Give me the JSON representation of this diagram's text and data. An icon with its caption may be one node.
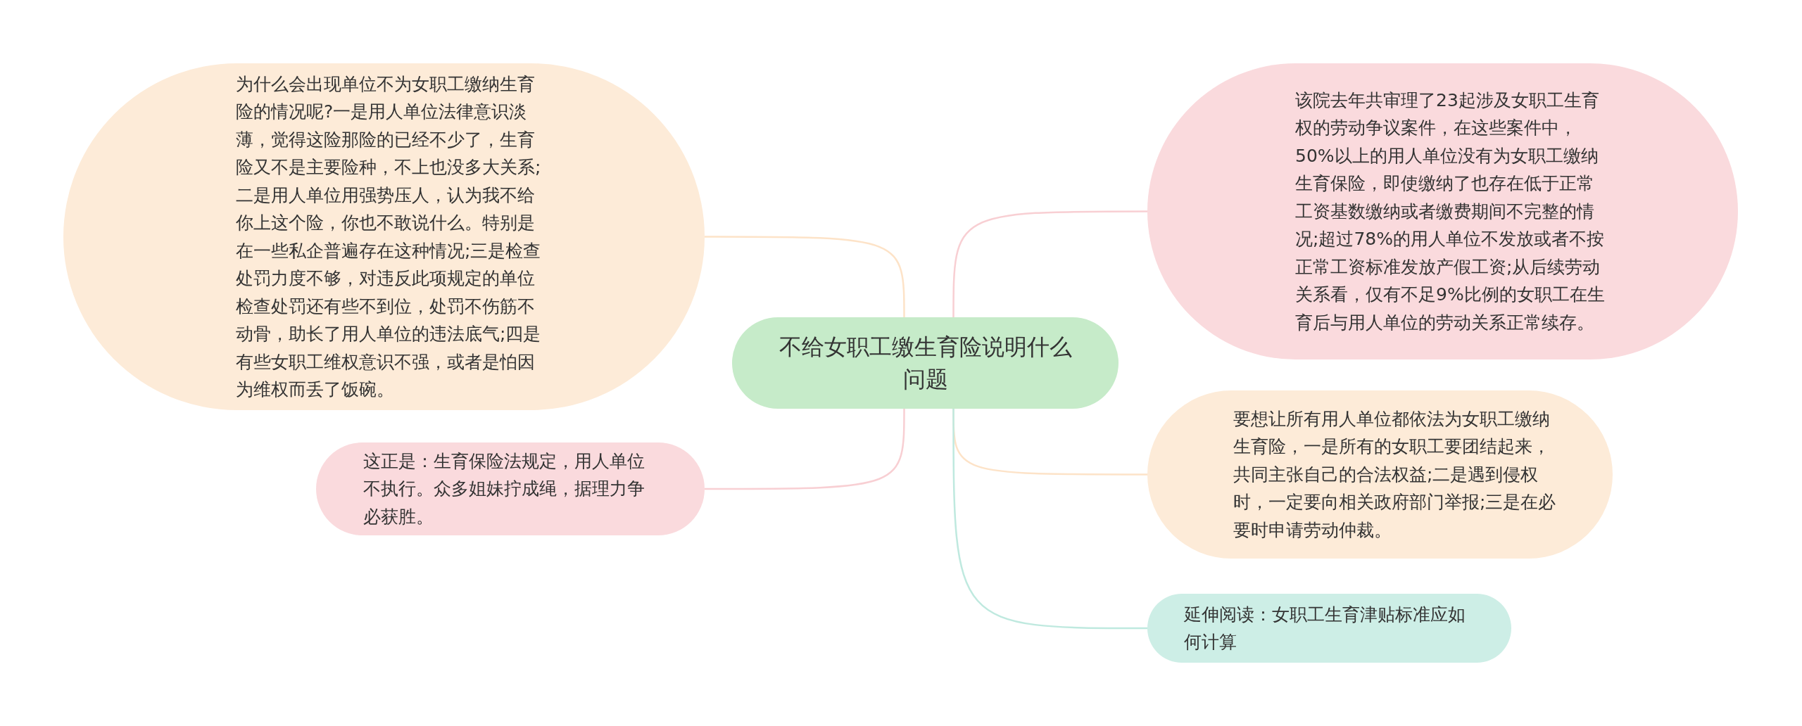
{
  "diagram": {
    "nodes": [
      {
        "text": [
          "不给女职工缴生育险说明什么问题"
        ]
      },
      {
        "text": [
          "为什么会出现单位不为女职工缴纳生育险的情况呢?一是用人单位法律意识淡薄，觉得这险那险的已经不少了，生育险又不是主要险种，不上也没多大关系;二是用人单位用强势压人，认为我不给你上这个险，你也不敢说什么。特别是在一些私企普遍存在这种情况;三是检查处罚力度不够，对违反此项规定的单位检查处罚还有些不到位，处罚不伤筋不动骨，助长了用人单位的违法底气;四是有些女职工维权意识不强，或者是怕因为维权而丢了饭碗。"
        ]
      },
      {
        "text": [
          "这正是：生育保险法规定，用人单位不执行。众多姐妹拧成绳，据理力争必获胜。"
        ]
      },
      {
        "text": [
          "该院去年共审理了23起涉及女职工生育权的劳动争议案件，在这些案件中，50%以上的用人单位没有为女职工缴纳生育保险，即使缴纳了也存在低于正常工资基数缴纳或者缴费期间不完整的情况;超过78%的用人单位不发放或者不按正常工资标准发放产假工资;从后续劳动关系看，仅有不足9%比例的女职工在生育后与用人单位的劳动关系正常续存。"
        ]
      },
      {
        "text": [
          "要想让所有用人单位都依法为女职工缴纳生育险，一是所有的女职工要团结起来，共同主张自己的合法权益;二是遇到侵权时，一定要向相关政府部门举报;三是在必要时申请劳动仲裁。"
        ]
      },
      {
        "text": [
          "延伸阅读：女职工生育津贴标准应如何计算"
        ]
      }
    ],
    "edges": [
      {
        "from": 0,
        "to": 1,
        "arrow": "none",
        "color": "#fde3c8"
      },
      {
        "from": 0,
        "to": 2,
        "arrow": "none",
        "color": "#f8cfd3"
      },
      {
        "from": 0,
        "to": 3,
        "arrow": "none",
        "color": "#f8cfd3"
      },
      {
        "from": 0,
        "to": 4,
        "arrow": "none",
        "color": "#fde3c8"
      },
      {
        "from": 0,
        "to": 5,
        "arrow": "none",
        "color": "#bfe9df"
      }
    ]
  }
}
